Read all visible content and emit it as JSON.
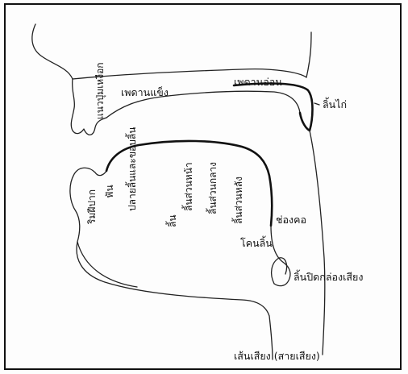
{
  "labels": {
    "palate_root": "แนวปุ่มเหงือก",
    "hard_palate": "เพดานแข็ง",
    "soft_palate": "เพดานอ่อน",
    "uvula": "ลิ้นไก่",
    "lip_edge": "ริมฝีปาก",
    "tooth": "ฟัน",
    "tongue_tip": "ปลายลิ้นและขอบลิ้น",
    "tongue_front": "ลิ้นส่วนหน้า",
    "tongue": "ลิ้น",
    "tongue_middle": "ลิ้นส่วนกลาง",
    "tongue_back": "ลิ้นส่วนหลัง",
    "throat": "ช่องคอ",
    "tongue_root": "โคนลิ้น",
    "epiglottis": "ลิ้นปิดกล่องเสียง",
    "vocal_cords": "เส้นเสียง (สายเสียง)"
  }
}
